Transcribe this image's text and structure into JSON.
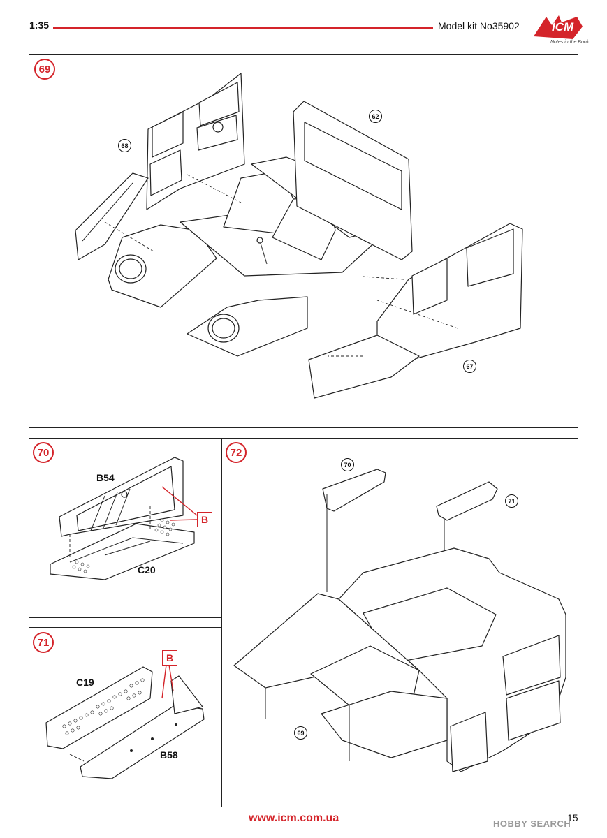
{
  "header": {
    "scale": "1:35",
    "kit": "Model kit No35902",
    "brand": "ICM",
    "tagline": "Notes in the Book"
  },
  "steps": {
    "s69": {
      "number": "69",
      "refs": [
        "68",
        "62",
        "67"
      ]
    },
    "s70": {
      "number": "70",
      "parts": [
        "B54",
        "C20"
      ],
      "callout": "B"
    },
    "s71": {
      "number": "71",
      "parts": [
        "C19",
        "B58"
      ],
      "callout": "B"
    },
    "s72": {
      "number": "72",
      "refs": [
        "70",
        "71",
        "69"
      ]
    }
  },
  "footer": {
    "url": "www.icm.com.ua",
    "page_number": "15",
    "watermark": "HOBBY SEARCH"
  },
  "colors": {
    "accent": "#d4242a",
    "line": "#222222"
  }
}
